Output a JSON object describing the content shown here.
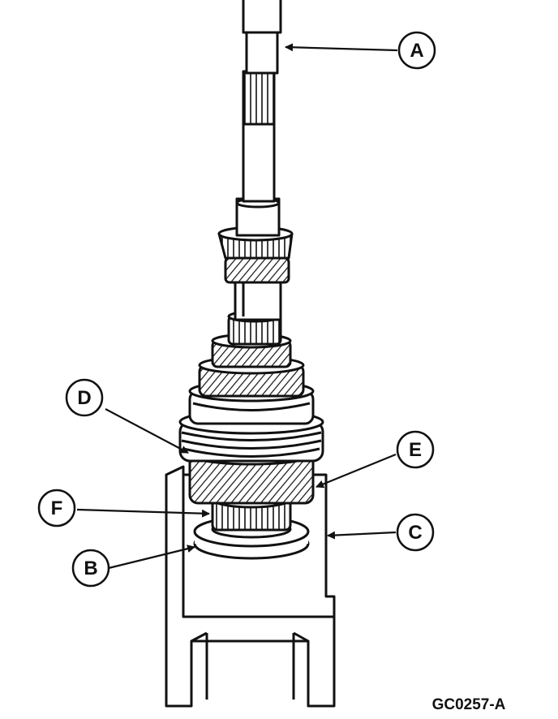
{
  "figure_code": "GC0257-A",
  "callouts": [
    {
      "label": "A"
    },
    {
      "label": "B"
    },
    {
      "label": "C"
    },
    {
      "label": "D"
    },
    {
      "label": "E"
    },
    {
      "label": "F"
    }
  ],
  "colors": {
    "ink": "#111111",
    "paper": "#ffffff"
  }
}
